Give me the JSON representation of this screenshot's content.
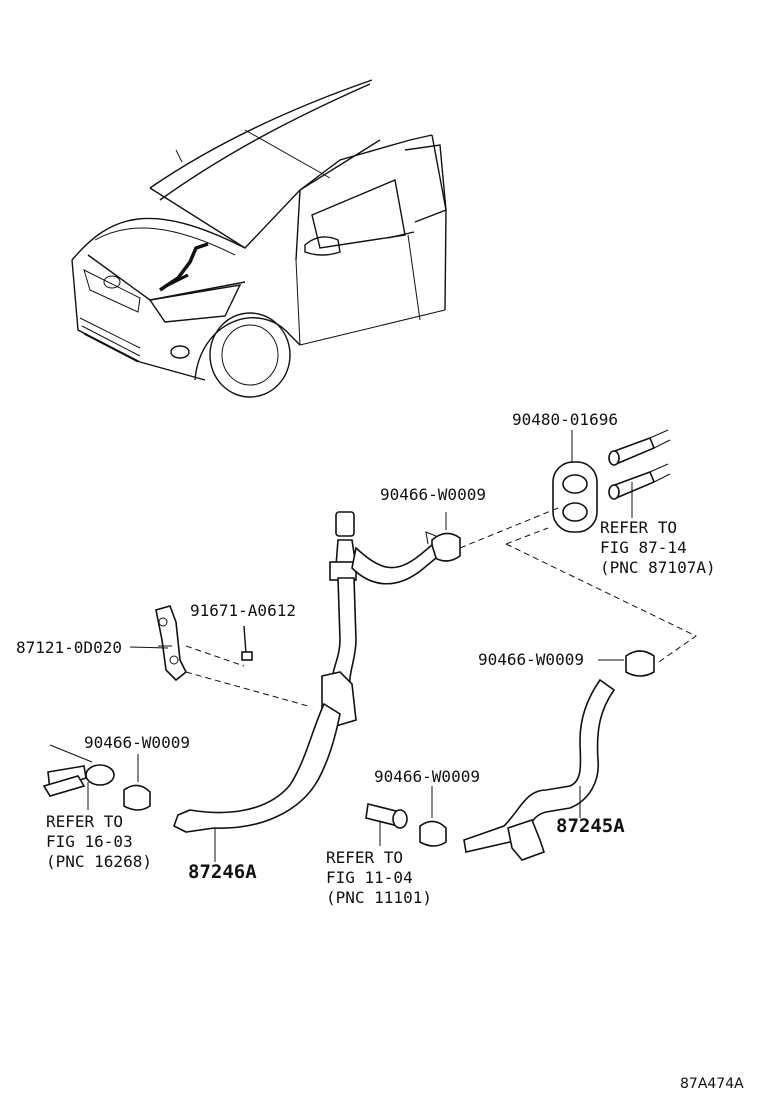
{
  "parts": {
    "p_90480_01696": "90480-01696",
    "p_90466_w0009_a": "90466-W0009",
    "p_90466_w0009_b": "90466-W0009",
    "p_90466_w0009_c": "90466-W0009",
    "p_90466_w0009_d": "90466-W0009",
    "p_91671_a0612": "91671-A0612",
    "p_87121_0d020": "87121-0D020",
    "p_87246a": "87246A",
    "p_87245a": "87245A"
  },
  "refs": {
    "ref1": {
      "line1": "REFER TO",
      "line2": "FIG 87-14",
      "line3": "(PNC 87107A)"
    },
    "ref2": {
      "line1": "REFER TO",
      "line2": "FIG 16-03",
      "line3": "(PNC 16268)"
    },
    "ref3": {
      "line1": "REFER TO",
      "line2": "FIG 11-04",
      "line3": "(PNC 11101)"
    }
  },
  "figure_id": "87A474A"
}
